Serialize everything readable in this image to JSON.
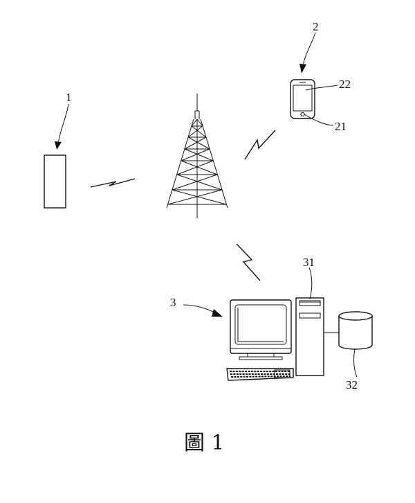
{
  "labels": {
    "device_1": "1",
    "device_2": "2",
    "phone_screen": "22",
    "phone_button": "21",
    "system_3": "3",
    "tower_case": "31",
    "database": "32"
  },
  "caption": "圖 1",
  "colors": {
    "ink": "#111111",
    "background": "#ffffff"
  }
}
